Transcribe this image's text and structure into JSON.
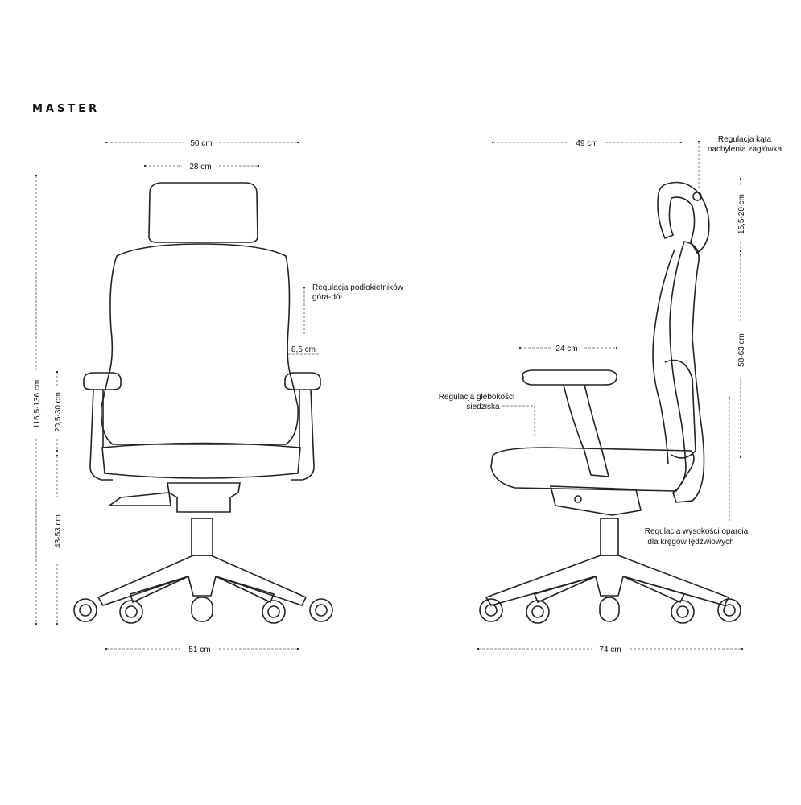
{
  "brand": "MASTER",
  "front": {
    "total_width": "50 cm",
    "headrest_width": "28 cm",
    "total_height": "116,5-136 cm",
    "armrest_height": "20,5-30 cm",
    "seat_height": "43-53 cm",
    "armrest_adjust_label_line1": "Regulacja podłokietników",
    "armrest_adjust_label_line2": "góra-dół",
    "armrest_pad_width": "8,5 cm",
    "base_width": "51 cm"
  },
  "side": {
    "total_depth": "49 cm",
    "headrest_angle_label_line1": "Regulacja kąta",
    "headrest_angle_label_line2": "nachylenia zagłówka",
    "headrest_height": "15,5-20 cm",
    "backrest_height": "58-63 cm",
    "armrest_depth": "24 cm",
    "seat_depth_label_line1": "Regulacja głębokości",
    "seat_depth_label_line2": "siedziska",
    "lumbar_label_line1": "Regulacja wysokości oparcia",
    "lumbar_label_line2": "dla kręgów lędźwiowych",
    "base_width": "74 cm"
  }
}
